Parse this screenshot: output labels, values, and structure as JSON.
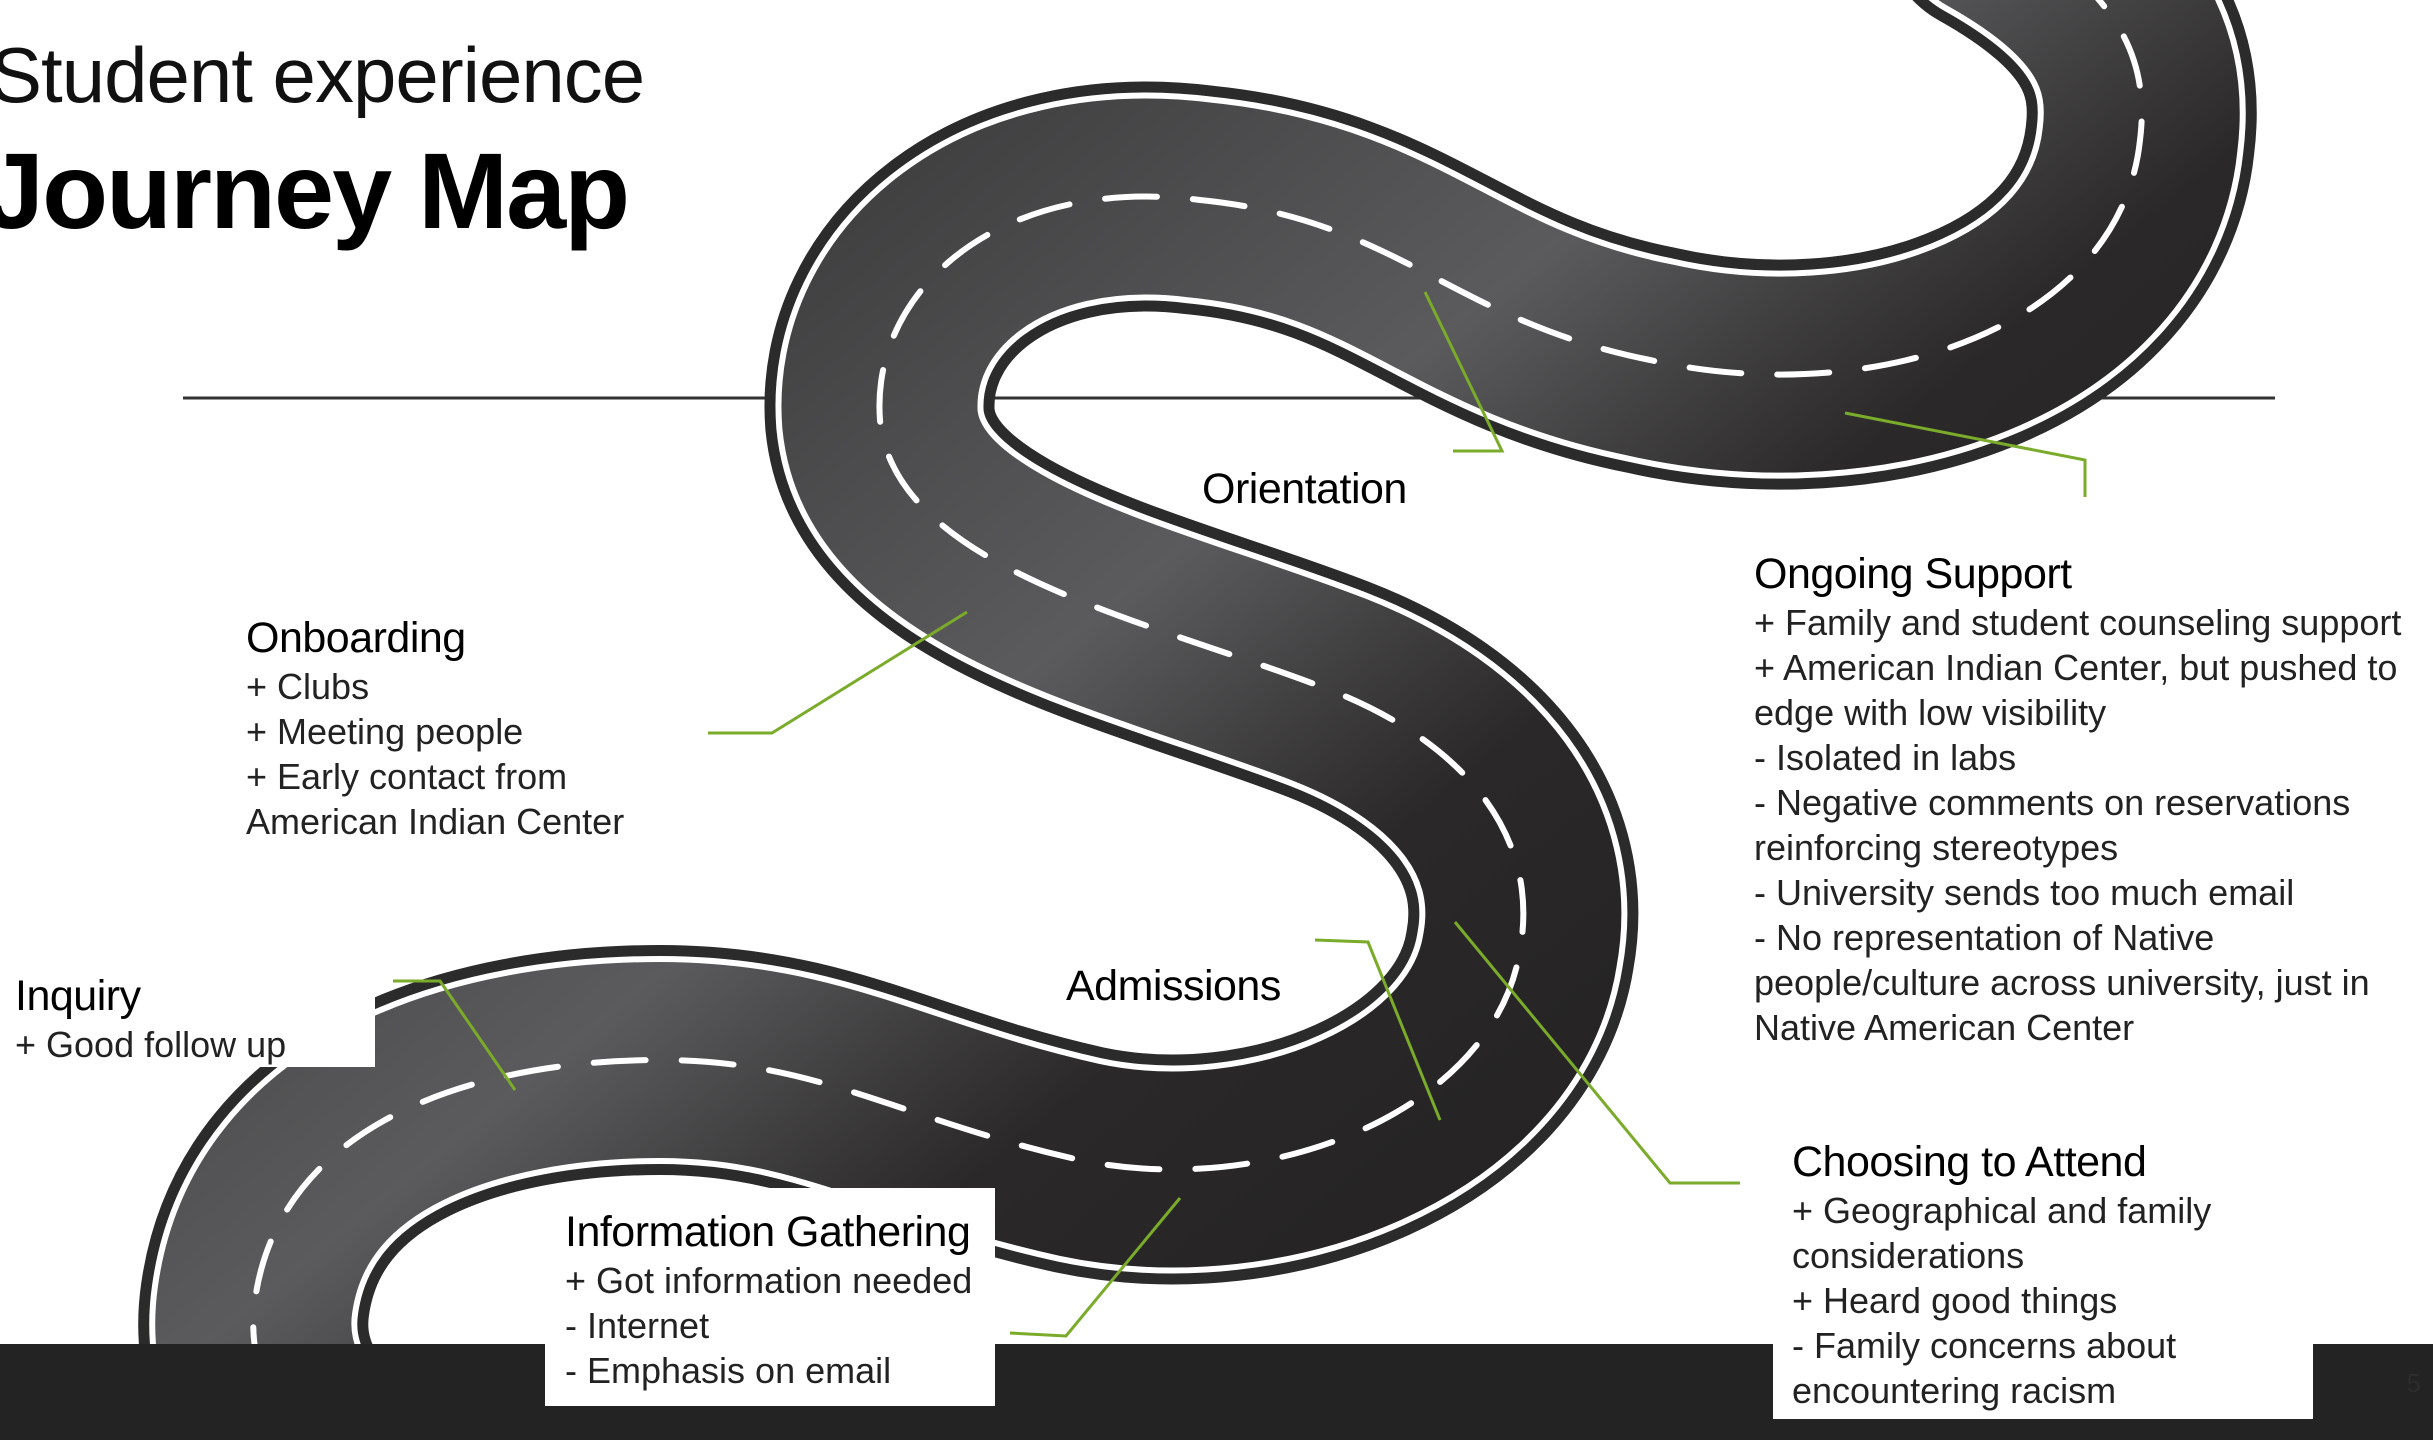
{
  "title": {
    "line1": "Student experience",
    "line2": "Journey Map"
  },
  "stages": [
    {
      "id": "inquiry",
      "name": "Inquiry",
      "items": [
        "+ Good follow up"
      ]
    },
    {
      "id": "information-gathering",
      "name": "Information Gathering",
      "items": [
        "+ Got information needed",
        "- Internet",
        "- Emphasis on email"
      ]
    },
    {
      "id": "admissions",
      "name": "Admissions",
      "items": []
    },
    {
      "id": "choosing-to-attend",
      "name": "Choosing to Attend",
      "items": [
        "+ Geographical and family considerations",
        "+ Heard good things",
        "- Family concerns about encountering racism"
      ]
    },
    {
      "id": "onboarding",
      "name": "Onboarding",
      "items": [
        "+ Clubs",
        "+ Meeting people",
        "+ Early contact from American Indian Center"
      ]
    },
    {
      "id": "orientation",
      "name": "Orientation",
      "items": []
    },
    {
      "id": "ongoing-support",
      "name": "Ongoing Support",
      "items": [
        "+ Family and student counseling support",
        "+ American Indian Center, but pushed to edge with low visibility",
        "- Isolated in labs",
        "- Negative comments on reservations reinforcing stereotypes",
        "- University sends too much email",
        "- No representation of Native people/culture across university, just in Native American Center"
      ]
    }
  ],
  "footer": {
    "page_number": "5"
  },
  "colors": {
    "road": "#2a2a2a",
    "road_highlight": "#6e6e70",
    "lane_marking": "#ffffff",
    "connector": "#7aab2a",
    "footer": "#232323"
  }
}
